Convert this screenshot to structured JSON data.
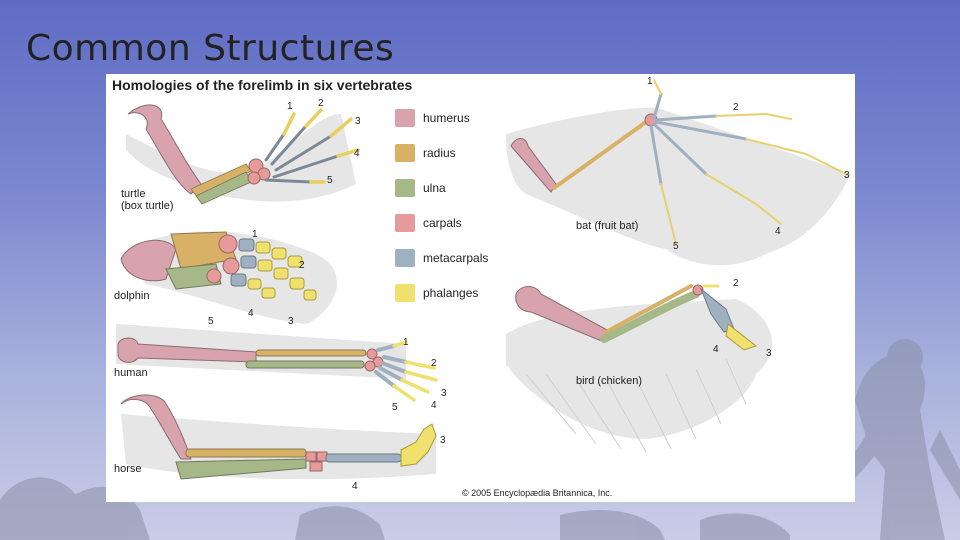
{
  "slide": {
    "title": "Common Structures"
  },
  "diagram": {
    "title": "Homologies of the forelimb in six vertebrates",
    "copyright": "© 2005 Encyclopædia Britannica, Inc.",
    "legend": [
      {
        "label": "humerus",
        "color": "#d9a3ad"
      },
      {
        "label": "radius",
        "color": "#d8b066"
      },
      {
        "label": "ulna",
        "color": "#a6b888"
      },
      {
        "label": "carpals",
        "color": "#e79a9a"
      },
      {
        "label": "metacarpals",
        "color": "#9fb0c0"
      },
      {
        "label": "phalanges",
        "color": "#f0e06e"
      }
    ],
    "animals": {
      "turtle": {
        "name": "turtle",
        "sub": "(box turtle)",
        "digits": [
          "1",
          "2",
          "3",
          "4",
          "5"
        ]
      },
      "dolphin": {
        "name": "dolphin",
        "digits": [
          "1",
          "2",
          "3",
          "4",
          "5"
        ]
      },
      "human": {
        "name": "human",
        "digits": [
          "1",
          "2",
          "3",
          "4",
          "5"
        ]
      },
      "horse": {
        "name": "horse",
        "digits": [
          "3",
          "4"
        ]
      },
      "bat": {
        "name": "bat (fruit bat)",
        "digits": [
          "1",
          "2",
          "3",
          "4",
          "5"
        ]
      },
      "bird": {
        "name": "bird (chicken)",
        "digits": [
          "2",
          "3",
          "4"
        ]
      }
    }
  }
}
